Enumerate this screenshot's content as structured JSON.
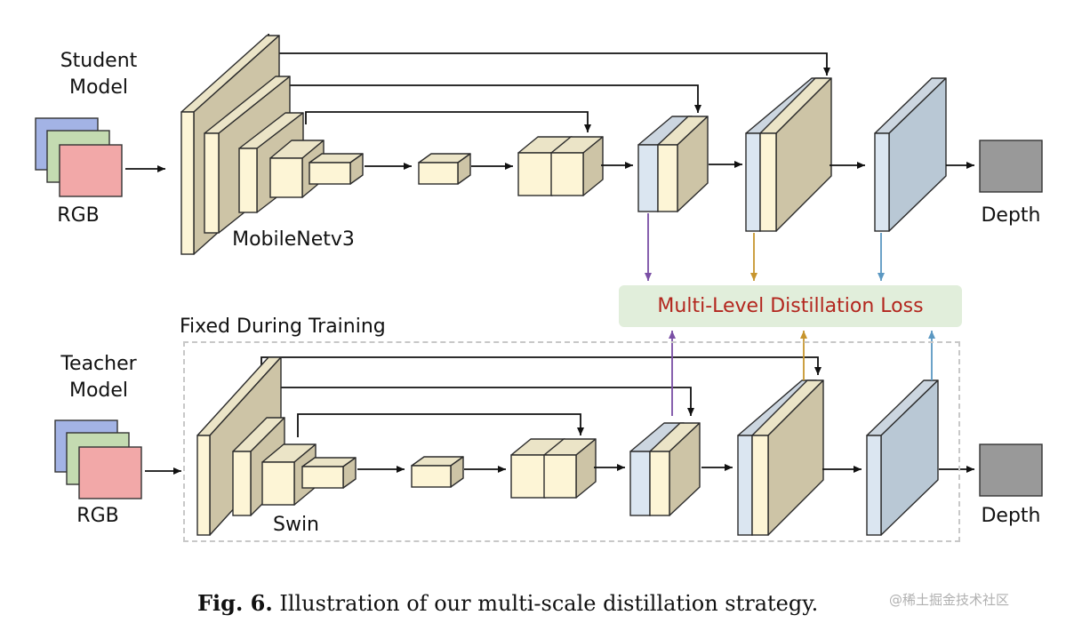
{
  "student": {
    "title_line1": "Student",
    "title_line2": "Model",
    "rgb": "RGB",
    "encoder": "MobileNetv3",
    "output": "Depth"
  },
  "teacher": {
    "title_line1": "Teacher",
    "title_line2": "Model",
    "rgb": "RGB",
    "encoder": "Swin",
    "output": "Depth"
  },
  "fixed_label": "Fixed During Training",
  "loss_label": "Multi-Level Distillation Loss",
  "caption": {
    "prefix": "Fig. 6.",
    "text": "Illustration of our multi-scale distillation strategy."
  },
  "watermark": "@稀土掘金技术社区",
  "colors": {
    "encoder_face": "#fdf5d6",
    "encoder_side": "#cdc4a6",
    "decoder_face": "#dbe6f1",
    "decoder_side": "#b9c8d5",
    "rgb_blue": "#a3b3e5",
    "rgb_green": "#c4dbb1",
    "rgb_red": "#f2a8a8",
    "depth_gray": "#999999",
    "arrow_purple": "#7a4fa5",
    "arrow_gold": "#c7952d",
    "arrow_blue": "#5b98c2",
    "loss_text": "#b3261e",
    "loss_bg": "#e1eedb"
  }
}
